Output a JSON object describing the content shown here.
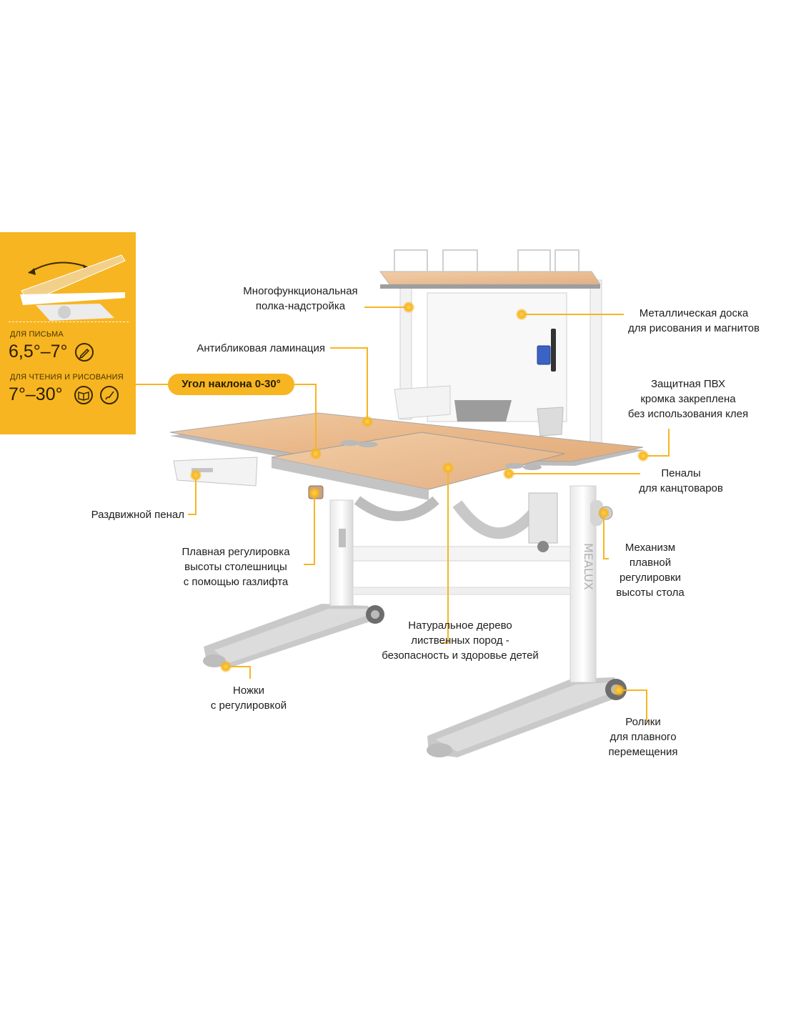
{
  "panel": {
    "writing_caption": "ДЛЯ ПИСЬМА",
    "writing_value": "6,5°–7°",
    "reading_caption": "ДЛЯ ЧТЕНИЯ И РИСОВАНИЯ",
    "reading_value": "7°–30°",
    "icons": [
      "pen-icon",
      "book-icon",
      "brush-icon"
    ],
    "background_color": "#f7b521"
  },
  "tilt_pill": "Угол наклона 0-30°",
  "brand_mark": "MEALUX",
  "accent_color": "#f7b521",
  "callouts": {
    "shelf": [
      "Многофункциональная",
      "полка-надстройка"
    ],
    "board": [
      "Металлическая доска",
      "для рисования и магнитов"
    ],
    "lamination": [
      "Антибликовая ламинация"
    ],
    "edge": [
      "Защитная ПВХ",
      "кромка закреплена",
      "без использования клея"
    ],
    "pencil_cases": [
      "Пеналы",
      "для канцтоваров"
    ],
    "drawer": [
      "Раздвижной пенал"
    ],
    "gaslift": [
      "Плавная регулировка",
      "высоты столешницы",
      "с помощью газлифта"
    ],
    "mechanism": [
      "Механизм",
      "плавной",
      "регулировки",
      "высоты стола"
    ],
    "wood": [
      "Натуральное дерево",
      "лиственных пород -",
      "безопасность и здоровье детей"
    ],
    "feet": [
      "Ножки",
      "с регулировкой"
    ],
    "rollers": [
      "Ролики",
      "для плавного",
      "перемещения"
    ]
  }
}
